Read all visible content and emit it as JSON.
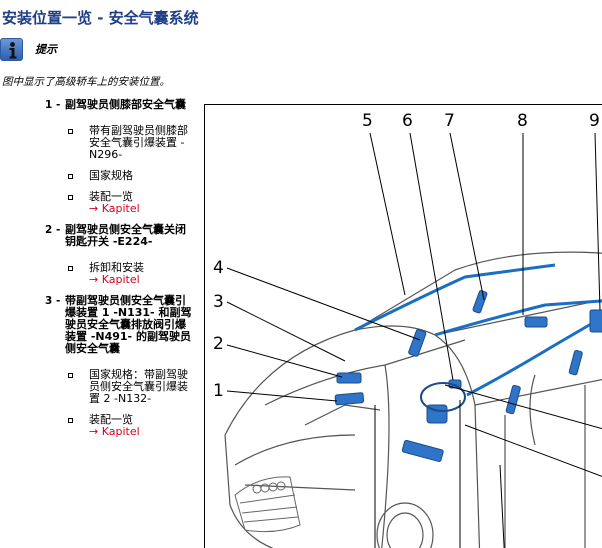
{
  "header": {
    "title": "安装位置一览 - 安全气囊系统"
  },
  "note": {
    "icon": "info-icon",
    "label": "提示",
    "text": "图中显示了高级轿车上的安装位置。"
  },
  "items": [
    {
      "num": "1 -",
      "text": "副驾驶员侧膝部安全气囊",
      "sub": [
        {
          "text": "带有副驾驶员侧膝部安全气囊引爆装置 -N296-"
        },
        {
          "text": "国家规格"
        },
        {
          "text": "装配一览",
          "link": "→ Kapitel"
        }
      ]
    },
    {
      "num": "2 -",
      "text": "副驾驶员侧安全气囊关闭钥匙开关 -E224-",
      "sub": [
        {
          "text": "拆卸和安装",
          "link": "→ Kapitel"
        }
      ]
    },
    {
      "num": "3 -",
      "text": "带副驾驶员侧安全气囊引爆装置 1 -N131- 和副驾驶员安全气囊排放阀引爆装置 -N491- 的副驾驶员侧安全气囊",
      "sub": [
        {
          "text": "国家规格：带副驾驶员侧安全气囊引爆装置 2 -N132-"
        },
        {
          "text": "装配一览",
          "link": "→ Kapitel"
        }
      ]
    }
  ],
  "figure": {
    "callouts": [
      "1",
      "2",
      "3",
      "4",
      "5",
      "6",
      "7",
      "8",
      "9"
    ],
    "highlight_color": "#1a6fc4"
  }
}
